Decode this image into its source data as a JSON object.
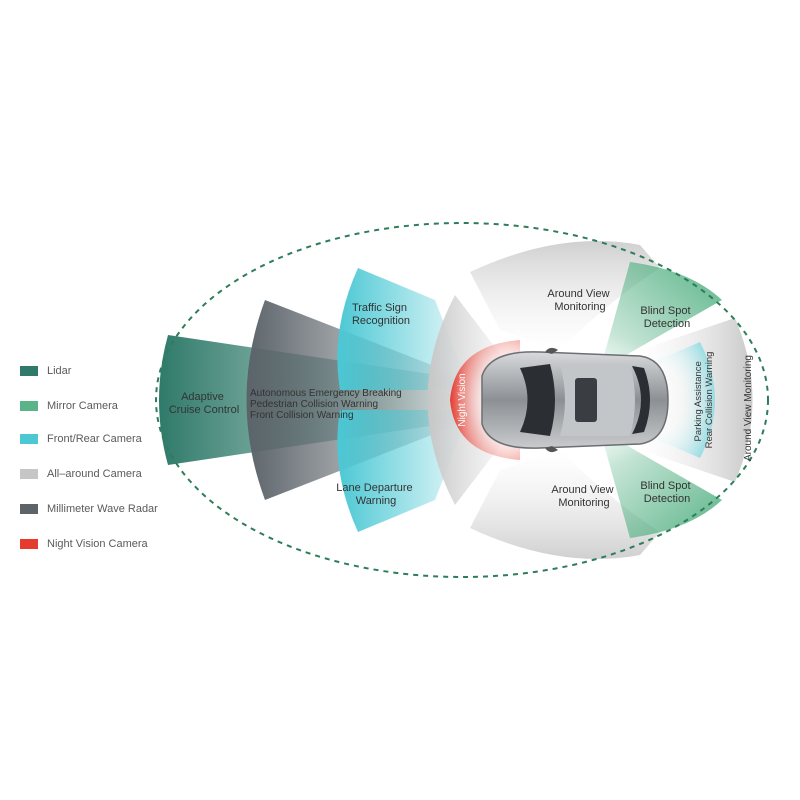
{
  "legend": {
    "items": [
      {
        "label": "Lidar",
        "color": "#2f7a6a"
      },
      {
        "label": "Mirror Camera",
        "color": "#5bb489"
      },
      {
        "label": "Front/Rear Camera",
        "color": "#4bc8d4"
      },
      {
        "label": "All–around Camera",
        "color": "#c6c6c6"
      },
      {
        "label": "Millimeter Wave Radar",
        "color": "#5c646a"
      },
      {
        "label": "Night Vision Camera",
        "color": "#e63a2e"
      }
    ]
  },
  "zones": {
    "adaptive_cruise": [
      "Adaptive",
      "Cruise Control"
    ],
    "radar_features": [
      "Autonomous Emergency Breaking",
      "Pedestrian Collision Warning",
      "Front Collision Warning"
    ],
    "traffic_sign": [
      "Traffic Sign",
      "Recognition"
    ],
    "lane_departure": [
      "Lane Departure",
      "Warning"
    ],
    "night_vision": "Night Vision",
    "around_view_top": [
      "Around View",
      "Monitoring"
    ],
    "around_view_bottom": [
      "Around View",
      "Monitoring"
    ],
    "blind_spot_top": [
      "Blind Spot",
      "Detection"
    ],
    "blind_spot_bottom": [
      "Blind Spot",
      "Detection"
    ],
    "parking": [
      "Parking Assistance",
      "Rear Collision Warning"
    ],
    "around_view_rear": "Around View Monitoring"
  },
  "colors": {
    "lidar": "#2f7a6a",
    "mirror": "#5bb489",
    "front_rear": "#4bc8d4",
    "all_around": "#c6c6c6",
    "radar": "#5c646a",
    "night": "#e63a2e",
    "boundary": "#2e7d5a"
  }
}
